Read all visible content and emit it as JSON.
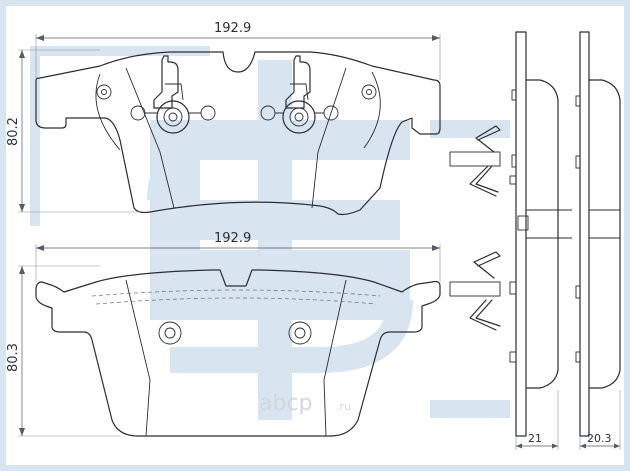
{
  "dimensions": {
    "top_pad_width": "192.9",
    "top_pad_height": "80.2",
    "bottom_pad_width": "192.9",
    "bottom_pad_height": "80.3",
    "side_view_a_thickness": "21",
    "side_view_b_thickness": "20.3"
  },
  "watermark": {
    "brand": "abcp",
    "domain_suffix": ".ru",
    "color": "#d9e4f1"
  },
  "colors": {
    "line": "#2a2d34",
    "dimension_line": "#555a63"
  }
}
